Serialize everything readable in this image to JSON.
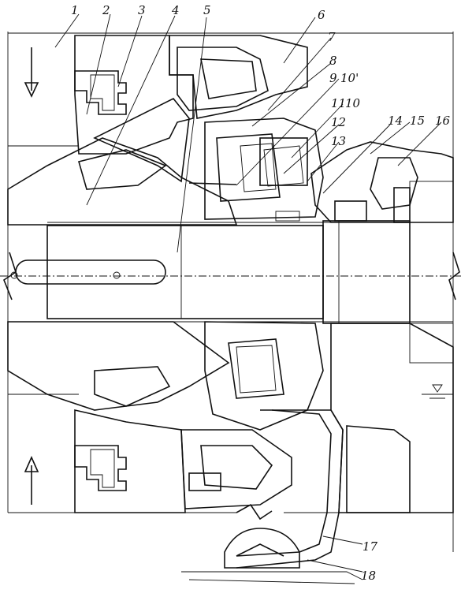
{
  "figure": {
    "callouts": [
      "1",
      "2",
      "3",
      "4",
      "5",
      "6",
      "7",
      "8",
      "9",
      "10'",
      "11",
      "10",
      "12",
      "13",
      "14",
      "15",
      "16",
      "17",
      "18"
    ],
    "colors": {
      "ink": "#111111",
      "paper": "#ffffff"
    },
    "symbols": [
      "water-level-symbol",
      "flow-arrow-down",
      "flow-arrow-up",
      "break-line"
    ]
  }
}
